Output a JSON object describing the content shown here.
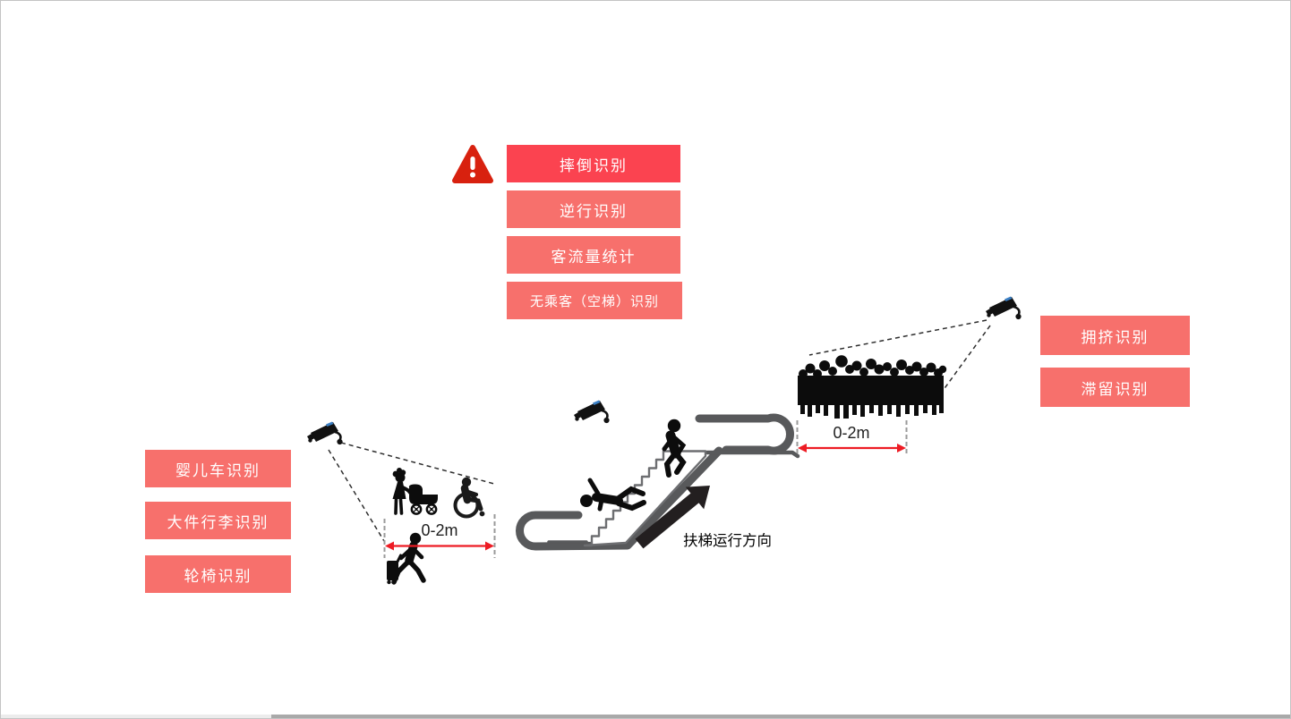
{
  "canvas": {
    "background": "#ffffff",
    "border_color": "#c4c4c4"
  },
  "alert_panel": {
    "icon": "warning-triangle-icon",
    "items": [
      {
        "label": "摔倒识别",
        "color": "#fb4350",
        "highlight": true
      },
      {
        "label": "逆行识别",
        "color": "#f7706c",
        "highlight": false
      },
      {
        "label": "客流量统计",
        "color": "#f7706c",
        "highlight": false
      },
      {
        "label": "无乘客（空梯）识别",
        "color": "#f7706c",
        "highlight": false
      }
    ]
  },
  "left_panel": {
    "color": "#f7706c",
    "items": [
      {
        "label": "婴儿车识别"
      },
      {
        "label": "大件行李识别"
      },
      {
        "label": "轮椅识别"
      }
    ]
  },
  "right_panel": {
    "color": "#f7706c",
    "items": [
      {
        "label": "拥挤识别"
      },
      {
        "label": "滞留识别"
      }
    ]
  },
  "diagram": {
    "direction_label": "扶梯运行方向",
    "monitor_zones": [
      {
        "side": "left",
        "distance_label": "0-2m"
      },
      {
        "side": "right",
        "distance_label": "0-2m"
      }
    ],
    "cameras": [
      "entrance-camera",
      "escalator-camera",
      "exit-crowd-camera"
    ],
    "figures": [
      "woman-with-stroller",
      "wheelchair-user",
      "traveler-with-luggage",
      "falling-person",
      "standing-passenger",
      "waiting-crowd"
    ],
    "colors": {
      "escalator_gray": "#58595b",
      "step_outline": "#6d6e71",
      "direction_arrow": "#231f20",
      "measure_red": "#ed1c24",
      "alert_triangle_red": "#d8210f",
      "silhouette_black": "#0c0c0c"
    }
  }
}
